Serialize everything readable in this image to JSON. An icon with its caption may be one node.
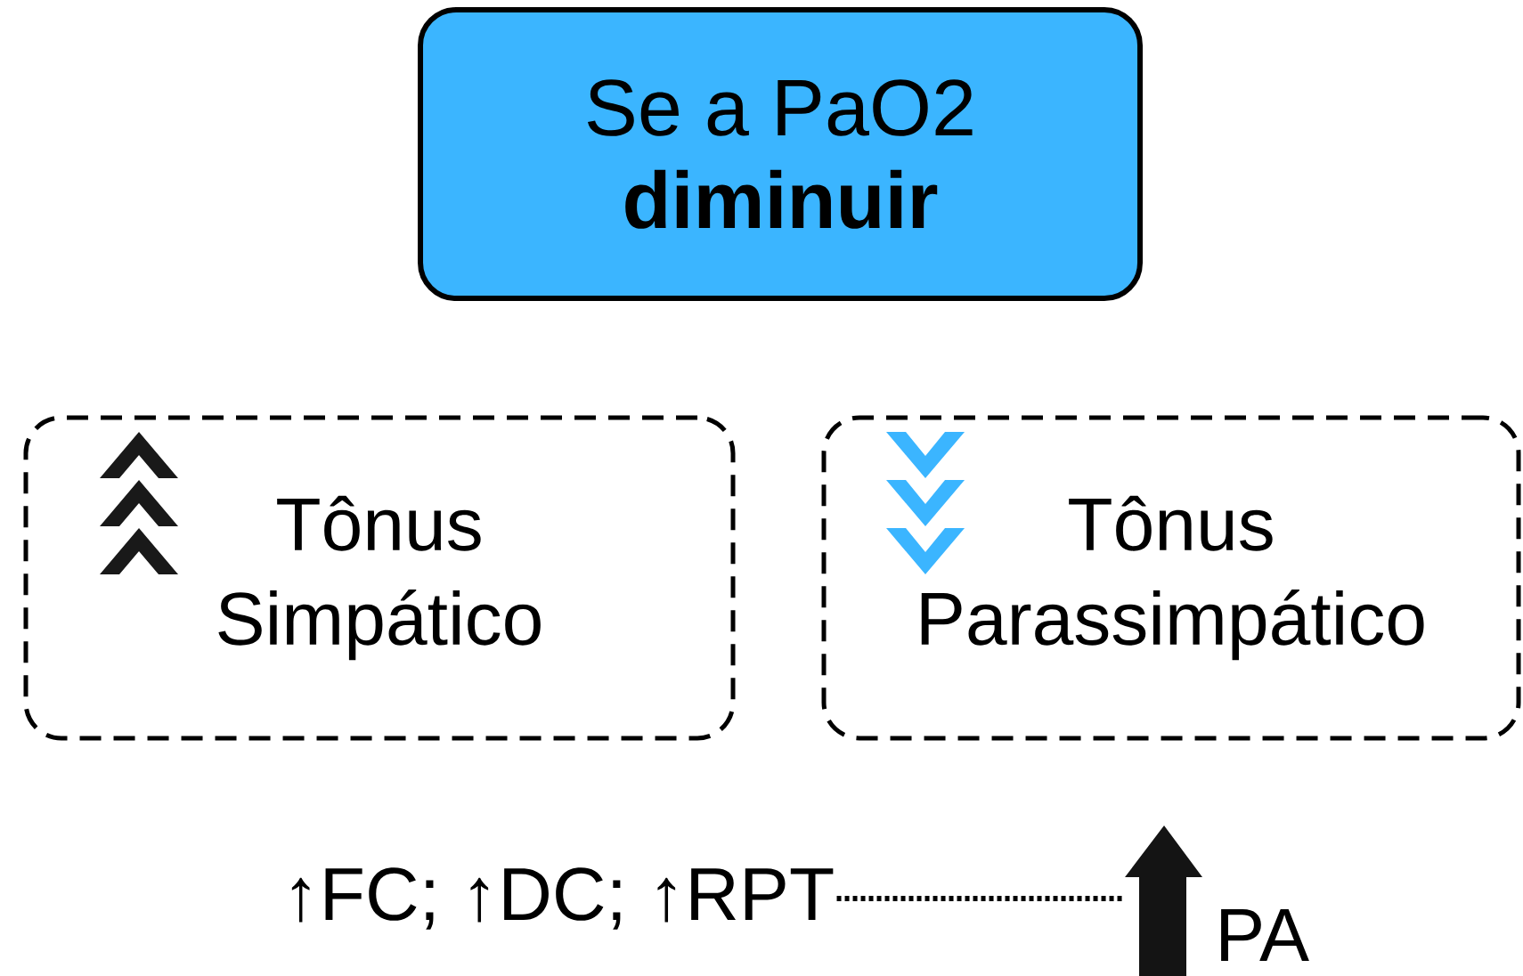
{
  "diagram": {
    "nodes": [
      {
        "text": [
          "Se a PaO2",
          "diminuir"
        ]
      },
      {
        "text": [
          "Tônus Simpático"
        ]
      },
      {
        "text": [
          "Tônus Parassimpático"
        ]
      },
      {
        "text": [
          "↑FC; ↑DC; ↑RPT"
        ]
      },
      {
        "text": [],
        "shape": "arrow",
        "beside": [
          "PA"
        ]
      }
    ],
    "edges": [
      {
        "from": 3,
        "to": 4,
        "arrow": "none",
        "style": "dashed"
      }
    ]
  }
}
